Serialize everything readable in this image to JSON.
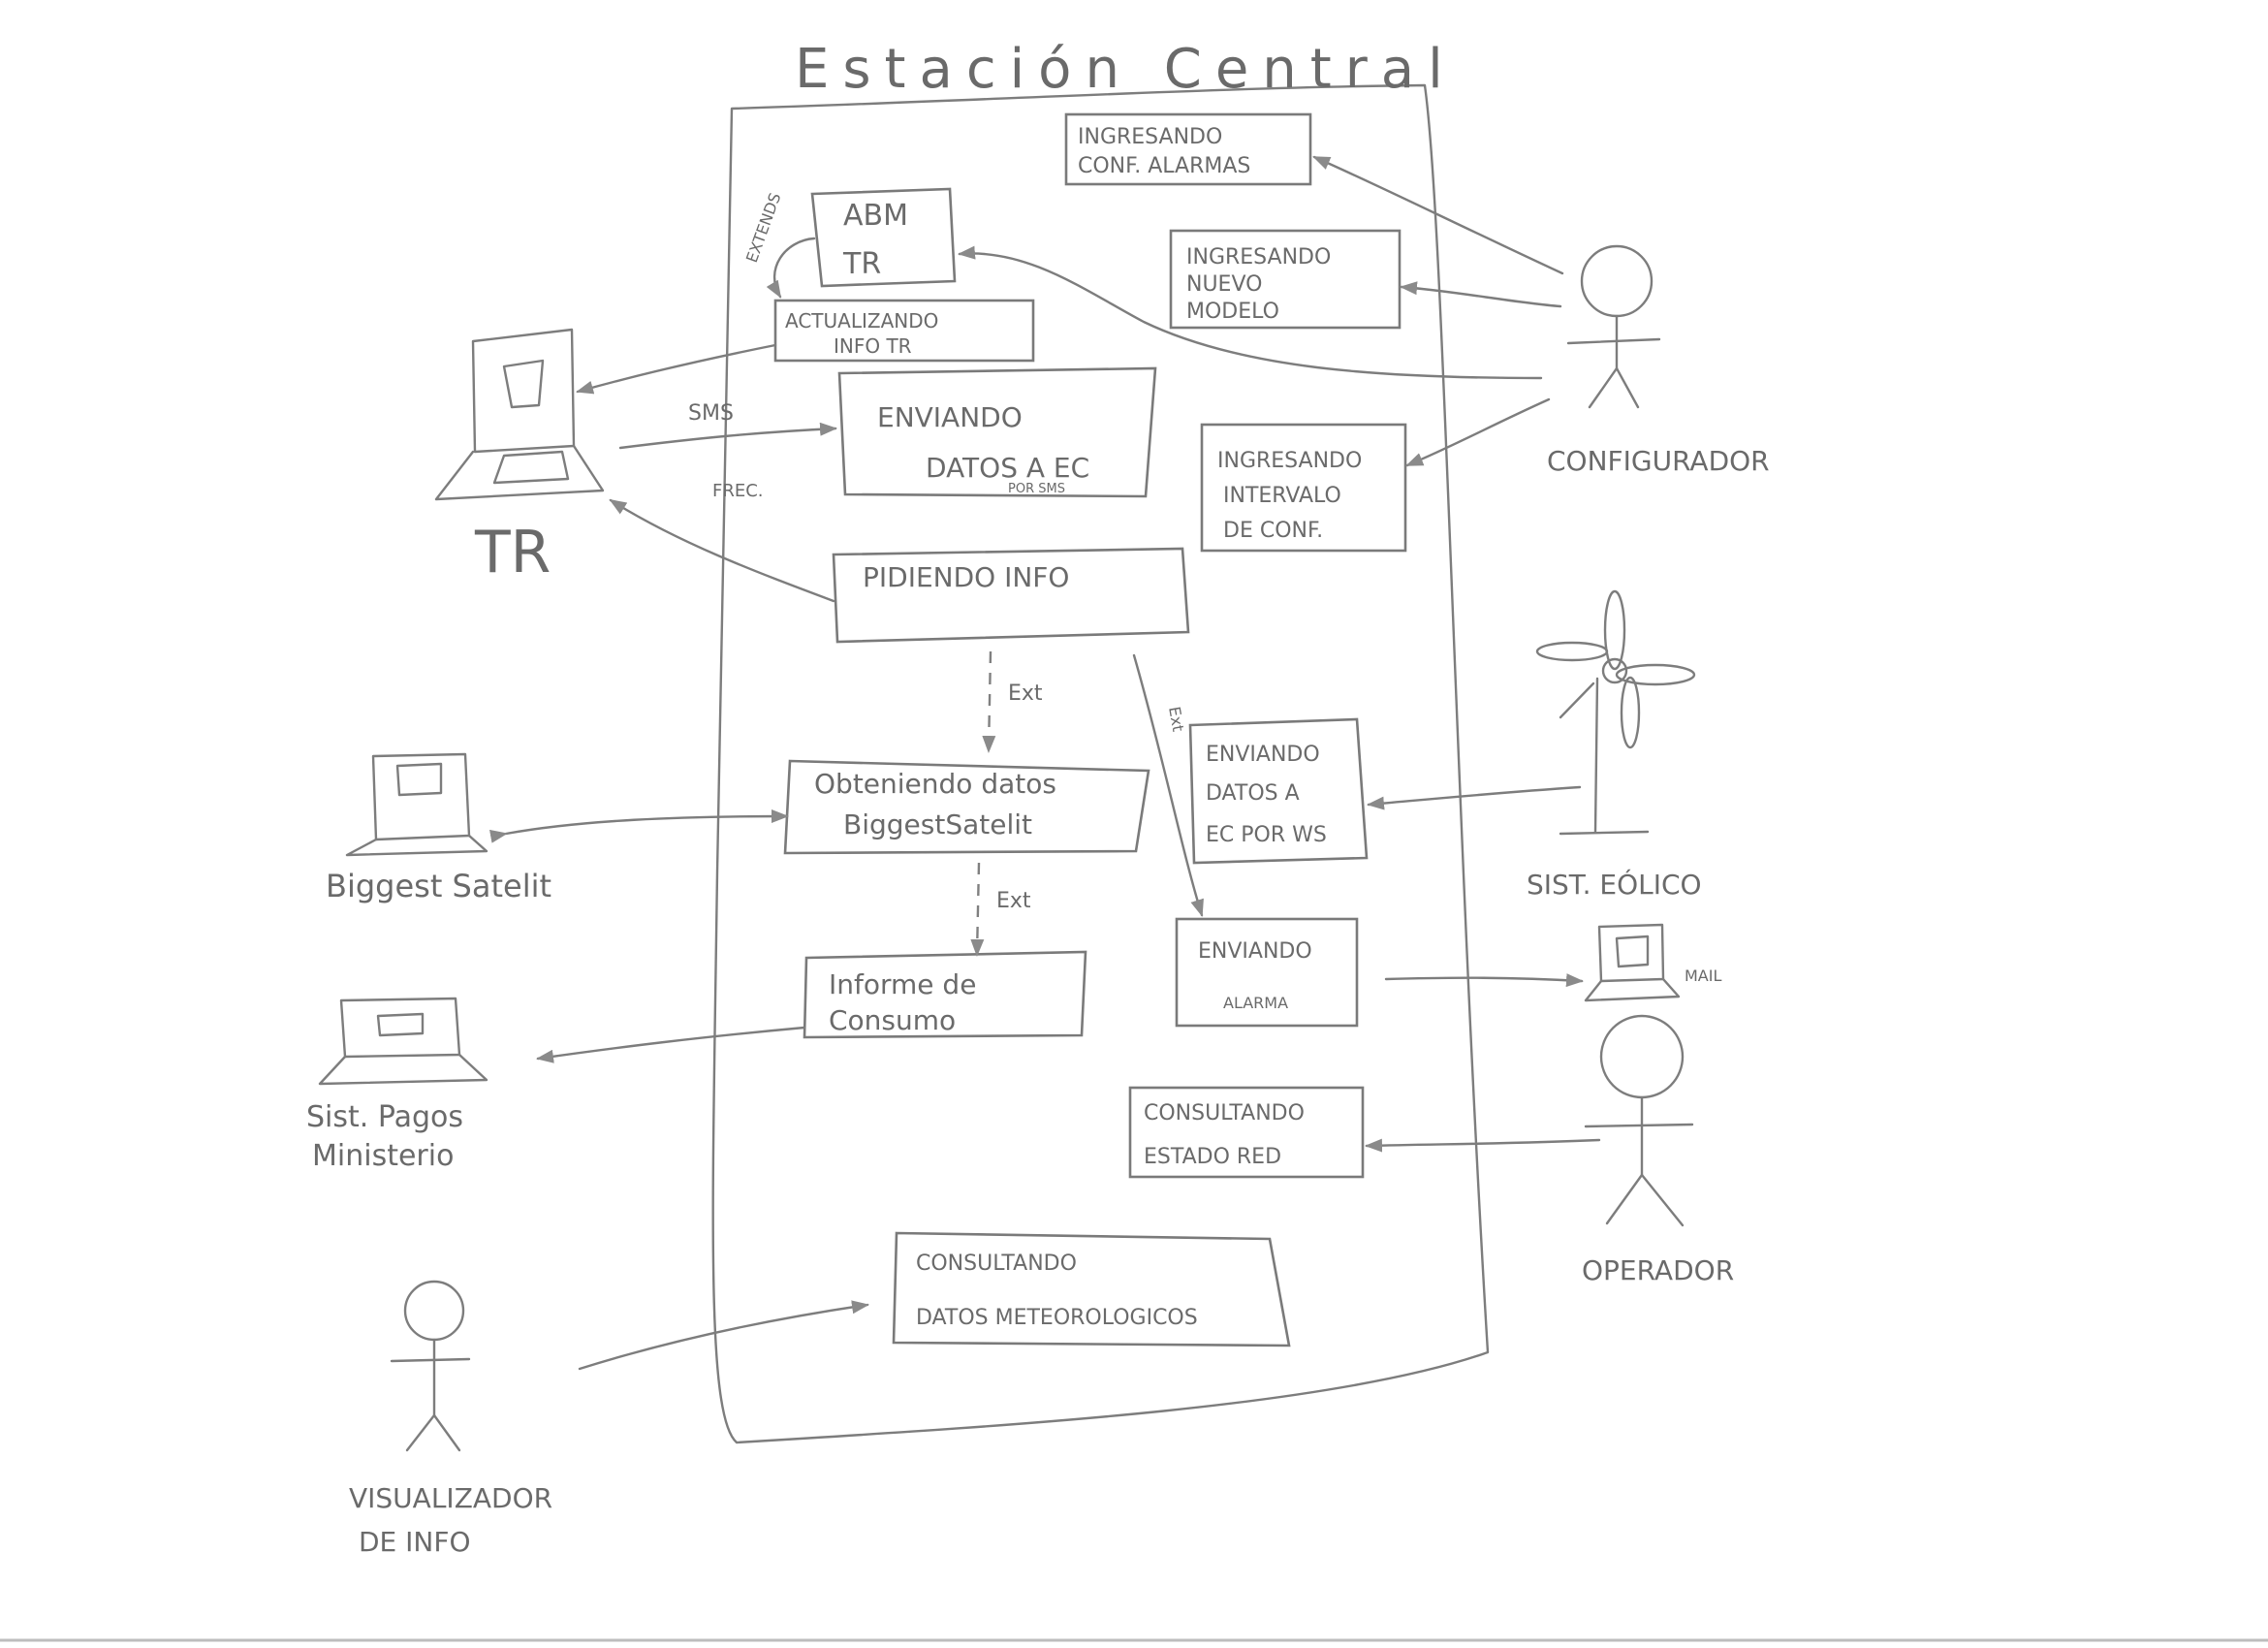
{
  "title": "Estación Central",
  "use_cases": {
    "ingresando_alarmas": [
      "INGRESANDO",
      "CONF. ALARMAS"
    ],
    "abm_tr": [
      "ABM",
      "TR"
    ],
    "extends_label": "EXTENDS",
    "actualizando_info_tr": [
      "ACTUALIZANDO",
      "INFO TR"
    ],
    "ingresando_modelo": [
      "INGRESANDO",
      "NUEVO",
      "MODELO"
    ],
    "enviando_datos_ec": [
      "ENVIANDO",
      "DATOS A EC",
      "POR SMS"
    ],
    "ingresando_intervalo": [
      "INGRESANDO",
      "INTERVALO",
      "DE CONF."
    ],
    "pidiendo_info": [
      "PIDIENDO INFO"
    ],
    "obteniendo_datos": [
      "Obteniendo datos",
      "BiggestSatelit"
    ],
    "informe_consumo": [
      "Informe de",
      "Consumo"
    ],
    "enviando_datos_ws": [
      "ENVIANDO",
      "DATOS A",
      "EC POR WS"
    ],
    "enviando_alarma": [
      "ENVIANDO",
      "ALARMA"
    ],
    "consultando_estado": [
      "CONSULTANDO",
      "ESTADO RED"
    ],
    "consultando_meteo": [
      "CONSULTANDO",
      "DATOS METEOROLOGICOS"
    ]
  },
  "actors": {
    "tr": "TR",
    "biggest": "Biggest Satelit",
    "pagos": [
      "Sist. Pagos",
      "Ministerio"
    ],
    "configurador": "CONFIGURADOR",
    "eolico": "SIST. EÓLICO",
    "mail": "MAIL",
    "operador": "OPERADOR",
    "visualizador": [
      "VISUALIZADOR",
      "DE INFO"
    ]
  },
  "edge_labels": {
    "sms": "SMS",
    "frec": "FREC.",
    "ext1": "Ext",
    "ext2": "Ext",
    "ext3": "Ext"
  }
}
